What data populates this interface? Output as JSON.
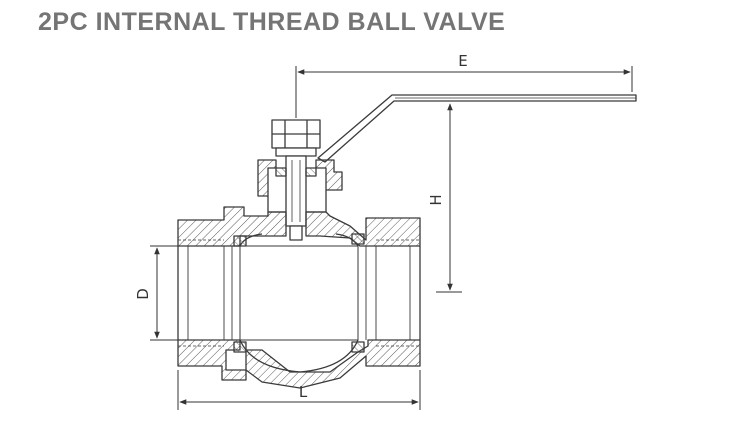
{
  "title": "2PC INTERNAL THREAD BALL VALVE",
  "dimensions": {
    "E": "E",
    "H": "H",
    "D": "D",
    "L": "L"
  },
  "colors": {
    "title": "#757575",
    "line": "#3a3a3a",
    "hatch": "#5a5a5a"
  }
}
